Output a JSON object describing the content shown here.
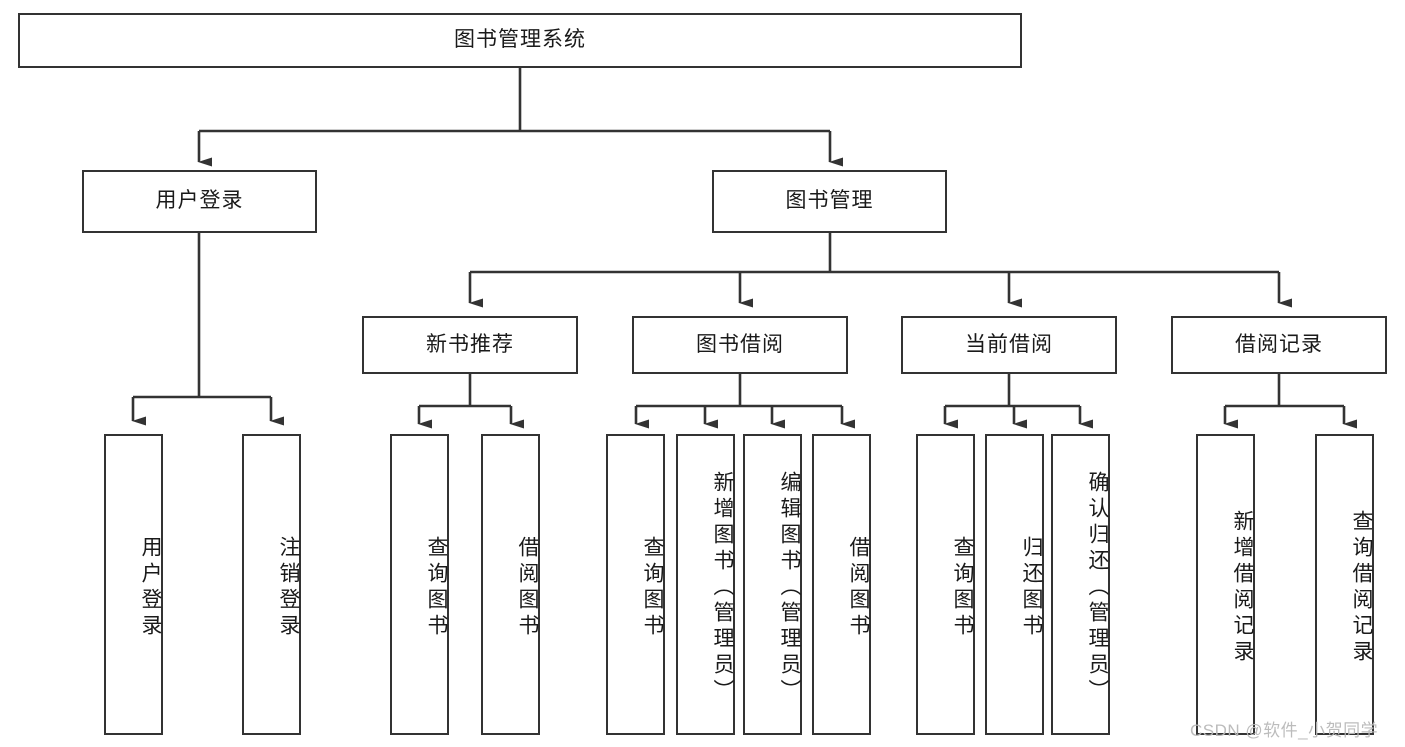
{
  "diagram": {
    "type": "tree",
    "title": "图书管理系统",
    "colors": {
      "background": "#ffffff",
      "box_border": "#333333",
      "box_fill": "#ffffff",
      "text": "#1a1a1a",
      "edge": "#333333",
      "watermark": "#b9b9b9"
    },
    "root": {
      "label": "图书管理系统"
    },
    "level2": [
      {
        "label": "用户登录"
      },
      {
        "label": "图书管理"
      }
    ],
    "level3": [
      {
        "label": "新书推荐"
      },
      {
        "label": "图书借阅"
      },
      {
        "label": "当前借阅"
      },
      {
        "label": "借阅记录"
      }
    ],
    "leaves": {
      "user_login": [
        {
          "label": "用户登录"
        },
        {
          "label": "注销登录"
        }
      ],
      "new_book_recommend": [
        {
          "label": "查询图书"
        },
        {
          "label": "借阅图书"
        }
      ],
      "book_borrow": [
        {
          "label": "查询图书"
        },
        {
          "label": "新增图书（管理员）"
        },
        {
          "label": "编辑图书（管理员）"
        },
        {
          "label": "借阅图书"
        }
      ],
      "current_borrow": [
        {
          "label": "查询图书"
        },
        {
          "label": "归还图书"
        },
        {
          "label": "确认归还（管理员）"
        }
      ],
      "borrow_record": [
        {
          "label": "新增借阅记录"
        },
        {
          "label": "查询借阅记录"
        }
      ]
    }
  },
  "watermark": {
    "text": "CSDN @软件_小贺同学"
  }
}
